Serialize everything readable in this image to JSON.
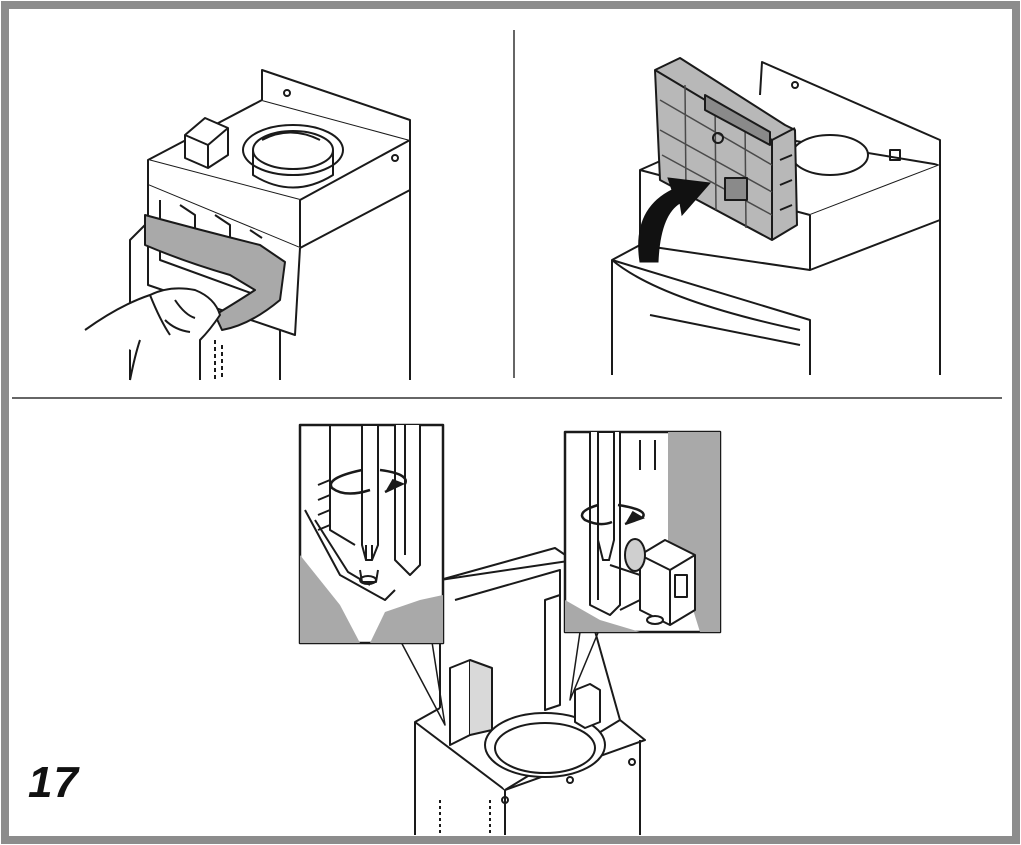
{
  "figure": {
    "step_number": "17",
    "panels": [
      {
        "id": "top-left",
        "content": "remove-tape-from-hood-body"
      },
      {
        "id": "top-right",
        "content": "fit-charcoal-filter-with-arrow"
      },
      {
        "id": "bottom",
        "content": "screw-tightening-detail-insets"
      }
    ],
    "colors": {
      "frame": "#8c8c8c",
      "line": "#1a1a1a",
      "gray_fill": "#a9a9a9",
      "light_gray": "#cfcfcf",
      "filter_gray": "#b8b8b8"
    },
    "icons": [
      "rotate-arrow-icon",
      "curved-arrow-icon",
      "screwdriver-icon"
    ]
  }
}
